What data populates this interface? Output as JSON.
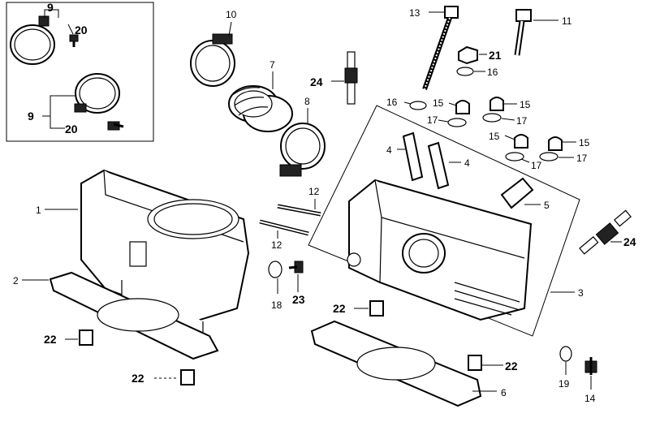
{
  "callouts": [
    {
      "id": "c9a",
      "label": "9",
      "bold": true
    },
    {
      "id": "c20a",
      "label": "20",
      "bold": true
    },
    {
      "id": "c9b",
      "label": "9",
      "bold": true
    },
    {
      "id": "c20b",
      "label": "20",
      "bold": true
    },
    {
      "id": "c10",
      "label": "10",
      "bold": false
    },
    {
      "id": "c7",
      "label": "7",
      "bold": false
    },
    {
      "id": "c8",
      "label": "8",
      "bold": false
    },
    {
      "id": "c24a",
      "label": "24",
      "bold": true
    },
    {
      "id": "c13",
      "label": "13",
      "bold": false
    },
    {
      "id": "c11",
      "label": "11",
      "bold": false
    },
    {
      "id": "c21",
      "label": "21",
      "bold": true
    },
    {
      "id": "c16a",
      "label": "16",
      "bold": false
    },
    {
      "id": "c16b",
      "label": "16",
      "bold": false
    },
    {
      "id": "c15a",
      "label": "15",
      "bold": false
    },
    {
      "id": "c15b",
      "label": "15",
      "bold": false
    },
    {
      "id": "c17a",
      "label": "17",
      "bold": false
    },
    {
      "id": "c17b",
      "label": "17",
      "bold": false
    },
    {
      "id": "c15c",
      "label": "15",
      "bold": false
    },
    {
      "id": "c15d",
      "label": "15",
      "bold": false
    },
    {
      "id": "c17c",
      "label": "17",
      "bold": false
    },
    {
      "id": "c17d",
      "label": "17",
      "bold": false
    },
    {
      "id": "c4a",
      "label": "4",
      "bold": false
    },
    {
      "id": "c4b",
      "label": "4",
      "bold": false
    },
    {
      "id": "c5",
      "label": "5",
      "bold": false
    },
    {
      "id": "c1",
      "label": "1",
      "bold": false
    },
    {
      "id": "c12a",
      "label": "12",
      "bold": false
    },
    {
      "id": "c12b",
      "label": "12",
      "bold": false
    },
    {
      "id": "c24b",
      "label": "24",
      "bold": true
    },
    {
      "id": "c2",
      "label": "2",
      "bold": false
    },
    {
      "id": "c18",
      "label": "18",
      "bold": false
    },
    {
      "id": "c23",
      "label": "23",
      "bold": true
    },
    {
      "id": "c3",
      "label": "3",
      "bold": false
    },
    {
      "id": "c22a",
      "label": "22",
      "bold": true
    },
    {
      "id": "c22b",
      "label": "22",
      "bold": true
    },
    {
      "id": "c22c",
      "label": "22",
      "bold": true
    },
    {
      "id": "c22d",
      "label": "22",
      "bold": true
    },
    {
      "id": "c19",
      "label": "19",
      "bold": false
    },
    {
      "id": "c14",
      "label": "14",
      "bold": false
    },
    {
      "id": "c6",
      "label": "6",
      "bold": false
    }
  ]
}
